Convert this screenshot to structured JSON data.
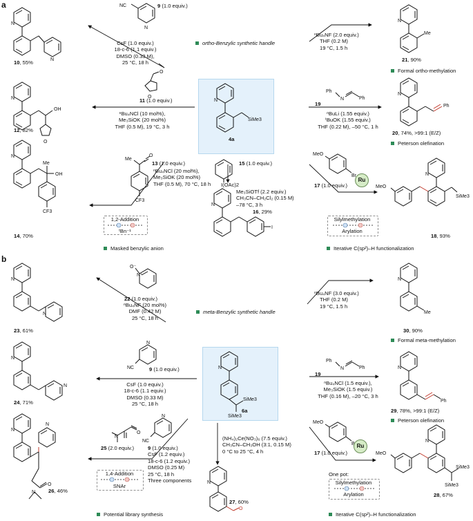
{
  "panels": {
    "a": "a",
    "b": "b"
  },
  "a": {
    "center": {
      "label": "4a",
      "atoms": {
        "N": "N",
        "si": "SiMe3"
      }
    },
    "rxn10": {
      "reagent_num": "9",
      "reagent_amt": "(1.0 equiv.)",
      "lines": [
        "CsF (1.0 equiv.)",
        "18-c-6 (1.1 equiv.)",
        "DMSO (0.33 M),",
        "25 °C, 18 h"
      ],
      "reagent_atom": "NC",
      "product": "10",
      "yield": ", 55%"
    },
    "rxn12": {
      "reagent_num": "11",
      "reagent_amt": "(1.0 equiv.)",
      "lines": [
        "ⁿBu₄NCl (10 mol%),",
        "Me₃SiOK (20 mol%)",
        "THF (0.5 M), 19 °C, 3 h"
      ],
      "product": "12",
      "yield": ", 82%"
    },
    "rxn14": {
      "reagent_num": "13",
      "reagent_amt": "(1.0 equiv.)",
      "lines": [
        "ⁿBu₄NCl (20 mol%),",
        "Me₃SiOK (20 mol%)",
        "THF (0.5 M), 70 °C, 18 h"
      ],
      "reagent_atoms": {
        "me": "Me",
        "cf3": "CF3"
      },
      "product": "14",
      "yield": ", 70%",
      "product_atoms": {
        "me": "Me",
        "oh": "OH",
        "cf3": "CF3"
      }
    },
    "addition_box": {
      "title": "1,2-Addition",
      "sub": "ᵗBn⁻¹"
    },
    "rxn16": {
      "reagent_num": "15",
      "reagent_amt": "(1.0 equiv.)",
      "reagent_atom": "I(OAc)2",
      "lines": [
        "Me₃SiOTf (2.2 equiv.)",
        "CH₃CN–CH₂Cl₂ (0.15 M)",
        "–78 °C, 3 h"
      ],
      "product": "16",
      "yield": ", 29%",
      "product_atom": "I"
    },
    "rxn21": {
      "lines": [
        "ⁿBu₄NF (2.0 equiv.)",
        "THF (0.2 M)",
        "19 °C, 1.5 h"
      ],
      "product": "21",
      "yield": ", 90%",
      "product_atom": "Me"
    },
    "rxn20": {
      "reagent_num": "19",
      "lines": [
        "ⁿBuLi (1.55 equiv.)",
        "ᵗBuOK (1.55 equiv.)",
        "THF (0.22 M), –50 °C, 1 h"
      ],
      "reagent_atoms": {
        "ph1": "Ph",
        "n": "N",
        "ph2": "Ph"
      },
      "product": "20",
      "yield": ", 74%, >99:1 (E/Z)",
      "product_atom": "Ph"
    },
    "rxn18": {
      "reagent_num": "17",
      "reagent_amt": "(1.0 equiv.)",
      "reagent_atoms": {
        "meo": "MeO",
        "br": "Br"
      },
      "catalyst": "Ru",
      "box_lines": [
        "Silylmethylation",
        "Arylation"
      ],
      "product": "18",
      "yield": ", 93%",
      "product_atoms": {
        "meo": "MeO",
        "si": "SiMe3"
      }
    },
    "highlights": [
      "ortho-Benzylic synthetic handle",
      "Formal ortho-methylation",
      "Peterson olefination",
      "Masked benzylic anion",
      "Iterative C(sp²)–H functionalization"
    ]
  },
  "b": {
    "center": {
      "label": "6a",
      "atoms": {
        "si1": "SiMe3",
        "si2": "SiMe3"
      }
    },
    "rxn23": {
      "reagent_num": "22",
      "reagent_amt": "(1.0 equiv.)",
      "lines": [
        "ⁿBu₄NF (20 mol%)",
        "DMF (0.42 M)",
        "25 °C, 18 h"
      ],
      "reagent_atoms": {
        "o": "O⁻",
        "n": "N⁺"
      },
      "product": "23",
      "yield": ", 61%"
    },
    "rxn24": {
      "reagent_num": "9",
      "reagent_amt": "(1.0 equiv.)",
      "lines": [
        "CsF (1.0 equiv.)",
        "18-c-6 (1.1 equiv.)",
        "DMSO (0.33 M)",
        "25 °C, 18 h"
      ],
      "reagent_atom": "NC",
      "product": "24",
      "yield": ", 71%"
    },
    "rxn26": {
      "reagent25_num": "25",
      "reagent25_amt": "(2.0 equiv.)",
      "reagent_num": "9",
      "reagent_amt": "(1.0 equiv.)",
      "lines": [
        "CsF (1.2 equiv.)",
        "18-c-6 (1.2 equiv.)",
        "DMSO (0.25 M)",
        "25 °C, 18 h",
        "Three components"
      ],
      "reagent_atoms": {
        "nc": "NC",
        "o": "O",
        "n": "N"
      },
      "product": "26",
      "yield": ", 46%",
      "product_atoms": {
        "n": "N",
        "o": "O"
      }
    },
    "addition_box": {
      "title": "1,4-Addition",
      "sub": "SNAr"
    },
    "rxn27": {
      "lines": [
        "(NH₄)₂Ce(NO₃)₆ (7.5 equiv.)",
        "CH₃CN–CH₃OH (3:1, 0.15 M)",
        "0 °C to 25 °C, 4 h"
      ],
      "product": "27",
      "yield": ", 60%"
    },
    "rxn30": {
      "lines": [
        "ⁿBu₄NF (3.0 equiv.)",
        "THF (0.2 M)",
        "19 °C, 1.5 h"
      ],
      "product": "30",
      "yield": ", 90%",
      "product_atom": "Me"
    },
    "rxn29": {
      "reagent_num": "19",
      "lines": [
        "ⁿBu₄NCl (1.5 equiv.),",
        "Me₃SiOK (1.5 equiv.)",
        "THF (0.16 M), –20 °C, 3 h"
      ],
      "product": "29",
      "yield": ", 78%, >99:1 (E/Z)",
      "product_atom": "Ph"
    },
    "rxn28": {
      "reagent_num": "17",
      "reagent_amt": "(1.0 equiv.)",
      "catalyst": "Ru",
      "one_pot": "One pot:",
      "box_lines": [
        "Silylmethylation",
        "Arylation"
      ],
      "product": "28",
      "yield": ", 67%",
      "product_atoms": {
        "meo": "MeO",
        "si1": "SiMe3",
        "si2": "SiMe3"
      }
    },
    "highlights": [
      "meta-Benzylic synthetic handle",
      "Formal meta-methylation",
      "Peterson olefination",
      "Potential library synthesis",
      "Iterative C(sp²)–H functionalization"
    ]
  }
}
